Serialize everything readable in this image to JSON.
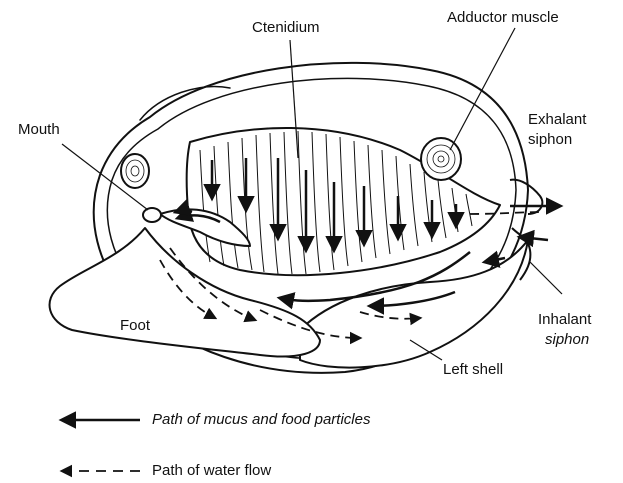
{
  "labels": {
    "ctenidium": "Ctenidium",
    "adductor_muscle": "Adductor muscle",
    "mouth": "Mouth",
    "exhalant": "Exhalant",
    "siphon_exhalant": "siphon",
    "foot": "Foot",
    "inhalant": "Inhalant",
    "siphon_inhalant": "siphon",
    "left_shell": "Left shell"
  },
  "legend": {
    "mucus": "Path of mucus and food particles",
    "water": "Path of water flow"
  },
  "colors": {
    "ink": "#111111",
    "paper": "#ffffff"
  }
}
